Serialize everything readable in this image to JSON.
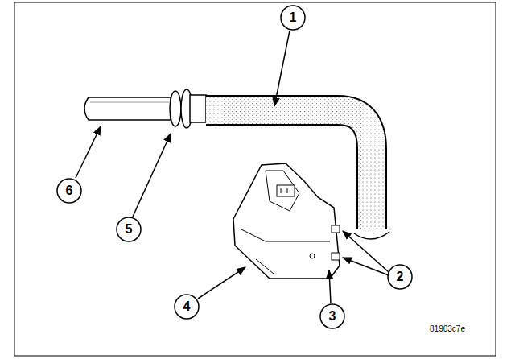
{
  "diagram": {
    "labels": [
      "1",
      "2",
      "3",
      "4",
      "5",
      "6",
      "81903c7e"
    ]
  }
}
